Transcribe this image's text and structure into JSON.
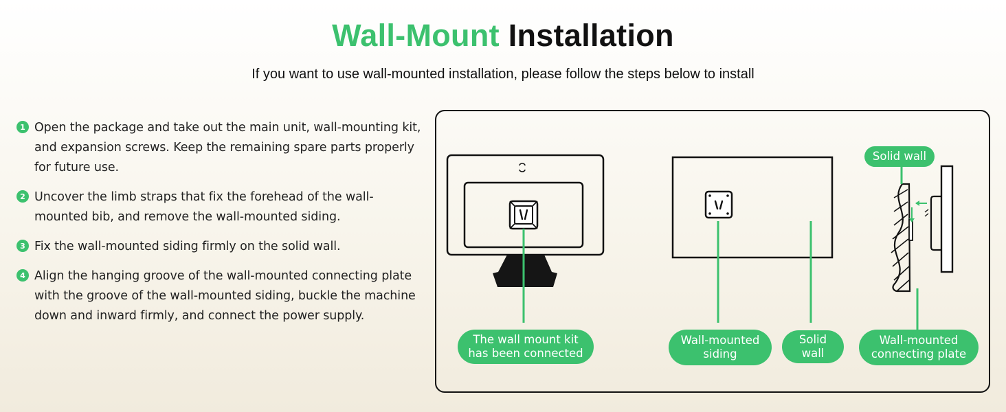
{
  "header": {
    "title_accent": "Wall-Mount",
    "title_rest": "Installation",
    "subtitle": "If you want to use wall-mounted installation, please follow the steps below to install"
  },
  "steps": [
    {
      "num": "1",
      "text": "Open the package and take out the main unit, wall-mounting kit, and expansion screws. Keep the remaining spare parts properly for future use."
    },
    {
      "num": "2",
      "text": "Uncover the limb straps that fix the forehead of the wall-mounted bib, and remove the wall-mounted siding."
    },
    {
      "num": "3",
      "text": "Fix the wall-mounted siding firmly on the solid wall."
    },
    {
      "num": "4",
      "text": "Align the hanging groove of the wall-mounted connecting plate with the groove of the wall-mounted siding, buckle the machine down and inward firmly, and connect the power supply."
    }
  ],
  "diagram": {
    "labels": {
      "kit_connected_line1": "The wall mount kit",
      "kit_connected_line2": "has been connected",
      "siding_line1": "Wall-mounted",
      "siding_line2": "siding",
      "solid_wall_center": "Solid wall",
      "solid_wall_top": "Solid wall",
      "plate_line1": "Wall-mounted",
      "plate_line2": "connecting plate"
    },
    "colors": {
      "accent": "#3cc16e",
      "ink": "#111111"
    }
  }
}
